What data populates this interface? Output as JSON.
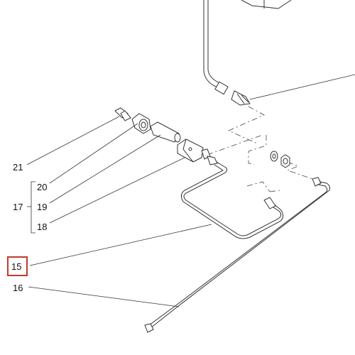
{
  "diagram": {
    "callouts": [
      {
        "id": "21",
        "label": "21"
      },
      {
        "id": "20",
        "label": "20"
      },
      {
        "id": "19",
        "label": "19"
      },
      {
        "id": "18",
        "label": "18"
      },
      {
        "id": "17",
        "label": "17"
      },
      {
        "id": "15",
        "label": "15",
        "highlighted": true
      },
      {
        "id": "16",
        "label": "16"
      }
    ],
    "highlight_color": "#c0392b"
  }
}
